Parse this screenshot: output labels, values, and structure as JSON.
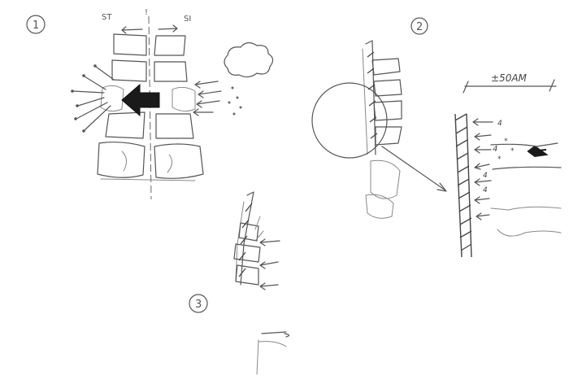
{
  "panels": [
    {
      "number": "1",
      "left_label": "ST",
      "center_label": "!",
      "right_label": "SI"
    },
    {
      "number": "2",
      "dimension_label": "±50AM"
    },
    {
      "number": "3"
    }
  ],
  "colors": {
    "ink": "#555555",
    "arrow_fill": "#1a1a1a",
    "paper": "#ffffff"
  }
}
